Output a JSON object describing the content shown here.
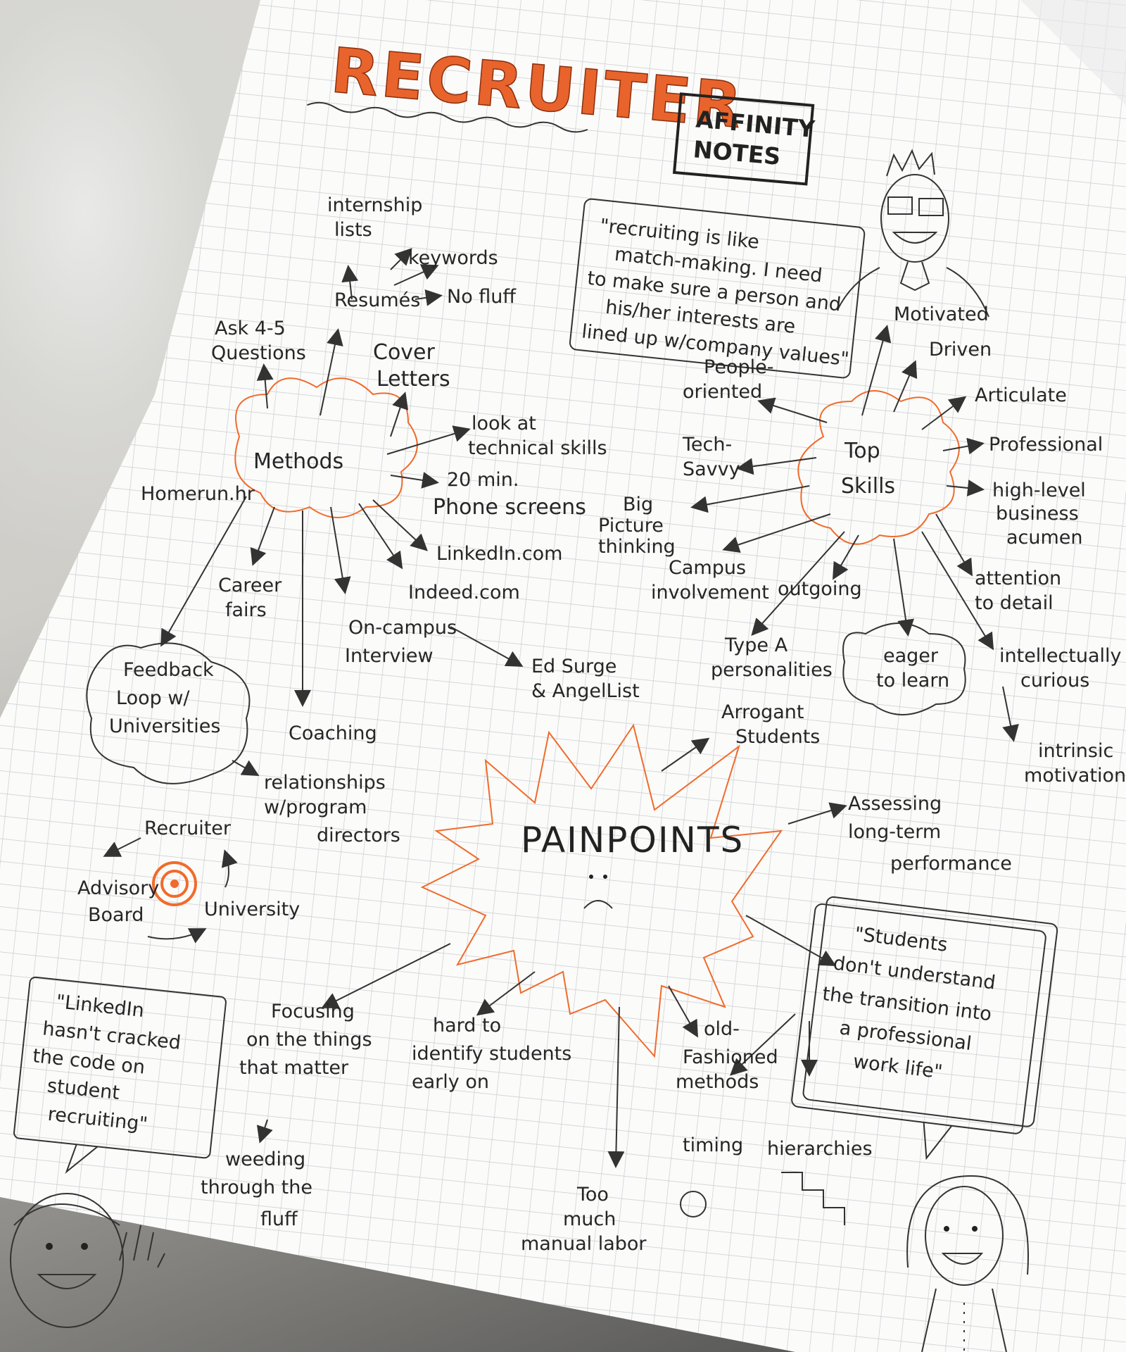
{
  "title": "RECRUITER",
  "subtitle": [
    "AFFINITY",
    "NOTES"
  ],
  "quote_top": [
    "\"recruiting is like",
    "match-making. I need",
    "to make sure a person and",
    "his/her interests are",
    "lined up w/company values\""
  ],
  "methods": {
    "label": "Methods",
    "items": {
      "internship": [
        "internship",
        "lists"
      ],
      "keywords": "keywords",
      "resumes": "Resumés",
      "no_fluff": "No fluff",
      "ask": [
        "Ask 4-5",
        "Questions"
      ],
      "cover": [
        "Cover",
        "Letters"
      ],
      "technical": [
        "look at",
        "technical skills"
      ],
      "phone": [
        "20 min.",
        "Phone screens"
      ],
      "homerun": "Homerun.hr",
      "linkedin": "LinkedIn.com",
      "indeed": "Indeed.com",
      "career": [
        "Career",
        "fairs"
      ],
      "oncampus": [
        "On-campus",
        "Interview"
      ],
      "edsurge": [
        "Ed Surge",
        "& AngelList"
      ],
      "feedback": [
        "Feedback",
        "Loop w/",
        "Universities"
      ],
      "coaching": "Coaching",
      "relationships": [
        "relationships",
        "w/program",
        "directors"
      ]
    }
  },
  "top_skills": {
    "label": [
      "Top",
      "Skills"
    ],
    "items": {
      "motivated": "Motivated",
      "driven": "Driven",
      "articulate": "Articulate",
      "professional": "Professional",
      "business": [
        "high-level",
        "business",
        "acumen"
      ],
      "people": [
        "People-",
        "oriented"
      ],
      "tech": [
        "Tech-",
        "Savvy"
      ],
      "bigpicture": [
        "Big",
        "Picture",
        "thinking"
      ],
      "campus": [
        "Campus",
        "involvement"
      ],
      "outgoing": "outgoing",
      "attention": [
        "attention",
        "to detail"
      ],
      "typea": [
        "Type A",
        "personalities"
      ],
      "arrogant": [
        "Arrogant",
        "Students"
      ],
      "eager": [
        "eager",
        "to learn"
      ],
      "curious": [
        "intellectually",
        "curious"
      ],
      "intrinsic": [
        "intrinsic",
        "motivation"
      ]
    }
  },
  "cycle": {
    "recruiter": "Recruiter",
    "advisory": [
      "Advisory",
      "Board"
    ],
    "university": "University"
  },
  "pain_points": {
    "label": "PAINPOINTS",
    "items": {
      "assessing": [
        "Assessing",
        "long-term",
        "performance"
      ],
      "focusing": [
        "Focusing",
        "on the things",
        "that matter"
      ],
      "weeding": [
        "weeding",
        "through the",
        "fluff"
      ],
      "identify": [
        "hard to",
        "identify students",
        "early on"
      ],
      "manual": [
        "Too",
        "much",
        "manual labor"
      ],
      "oldfashioned": [
        "old-",
        "Fashioned",
        "methods"
      ],
      "timing": "timing",
      "hierarchies": "hierarchies"
    }
  },
  "quote_linkedin": [
    "\"LinkedIn",
    "hasn't cracked",
    "the code on",
    "student",
    "recruiting\""
  ],
  "quote_students": [
    "\"Students",
    "don't understand",
    "the transition into",
    "a professional",
    "work life\""
  ],
  "colors": {
    "accent": "#e8642c",
    "ink": "#262626",
    "paper": "#fbfbf9",
    "grid": "#c9ccd3"
  }
}
